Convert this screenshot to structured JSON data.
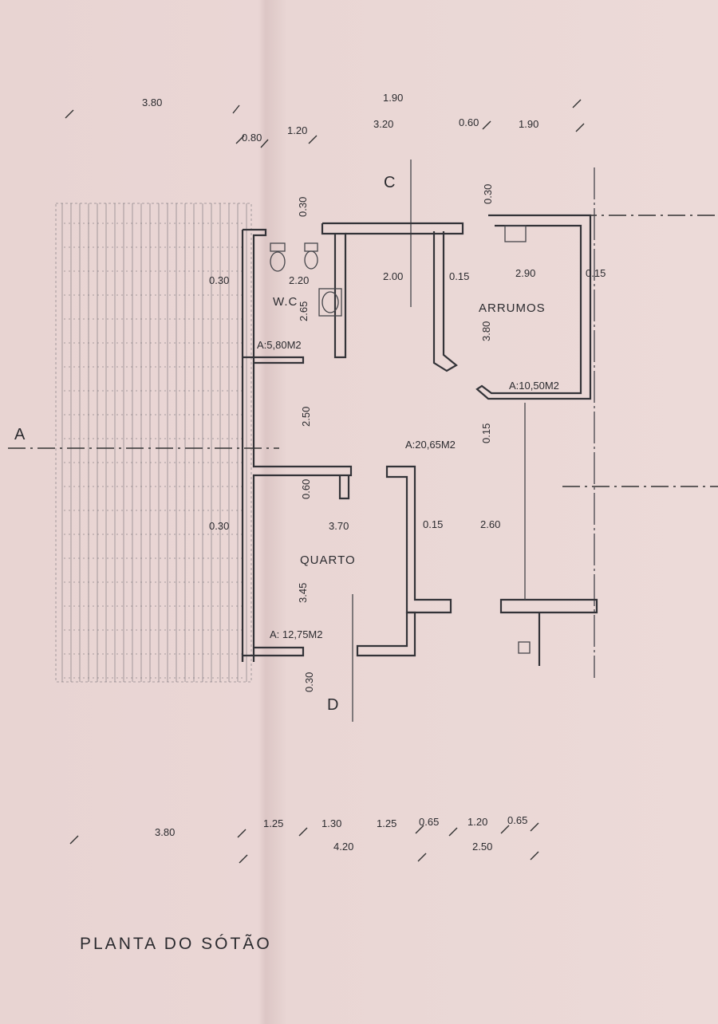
{
  "drawing": {
    "title": "PLANTA DO SÓTÃO",
    "section_marks": {
      "a": "A",
      "c": "C",
      "d": "D"
    },
    "rooms": {
      "wc": {
        "name": "W.C",
        "area": "A:5,80M2"
      },
      "arrumos": {
        "name": "ARRUMOS",
        "area": "A:10,50M2"
      },
      "hall": {
        "area": "A:20,65M2"
      },
      "quarto": {
        "name": "QUARTO",
        "area": "A: 12,75M2"
      }
    },
    "top_dims": {
      "d380": "3.80",
      "d190a": "1.90",
      "d080": "0.80",
      "d120": "1.20",
      "d320": "3.20",
      "d060": "0.60",
      "d190b": "1.90"
    },
    "inner_dims": {
      "t030": "0.30",
      "arr030": "0.30",
      "wc_left030": "0.30",
      "wc220": "2.20",
      "wc265": "2.65",
      "hall200": "2.00",
      "p015a": "0.15",
      "arr290": "2.90",
      "arr015r": "0.15",
      "arr380": "3.80",
      "v250": "2.50",
      "v015": "0.15",
      "q060": "0.60",
      "q_left030": "0.30",
      "q370": "3.70",
      "q015": "0.15",
      "d260": "2.60",
      "q345": "3.45",
      "bot030": "0.30"
    },
    "bottom_dims": {
      "b380": "3.80",
      "b125a": "1.25",
      "b130": "1.30",
      "b125b": "1.25",
      "b065a": "0.65",
      "b120": "1.20",
      "b065b": "0.65",
      "b420": "4.20",
      "b250": "2.50"
    }
  }
}
